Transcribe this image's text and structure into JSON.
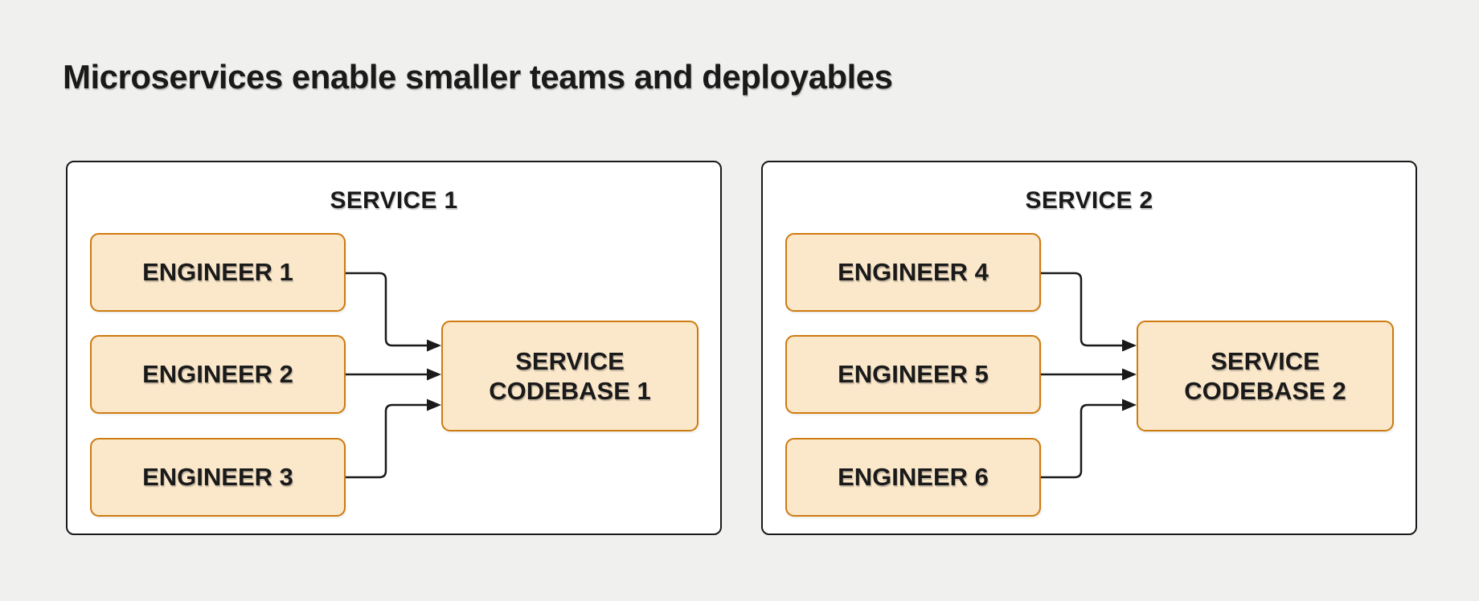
{
  "page": {
    "title": "Microservices enable smaller teams and deployables",
    "background": "#f0f0ee"
  },
  "colors": {
    "background": "#f0f0ee",
    "panel_background": "#ffffff",
    "panel_border": "#1a1a1a",
    "node_fill": "#fbe8cb",
    "node_border": "#ce7b11",
    "connector": "#1a1a1a",
    "text": "#1a1a1a"
  },
  "services": [
    {
      "title": "SERVICE 1",
      "engineers": [
        "ENGINEER 1",
        "ENGINEER 2",
        "ENGINEER 3"
      ],
      "codebase_lines": [
        "SERVICE",
        "CODEBASE 1"
      ]
    },
    {
      "title": "SERVICE 2",
      "engineers": [
        "ENGINEER 4",
        "ENGINEER 5",
        "ENGINEER 6"
      ],
      "codebase_lines": [
        "SERVICE",
        "CODEBASE 2"
      ]
    }
  ]
}
